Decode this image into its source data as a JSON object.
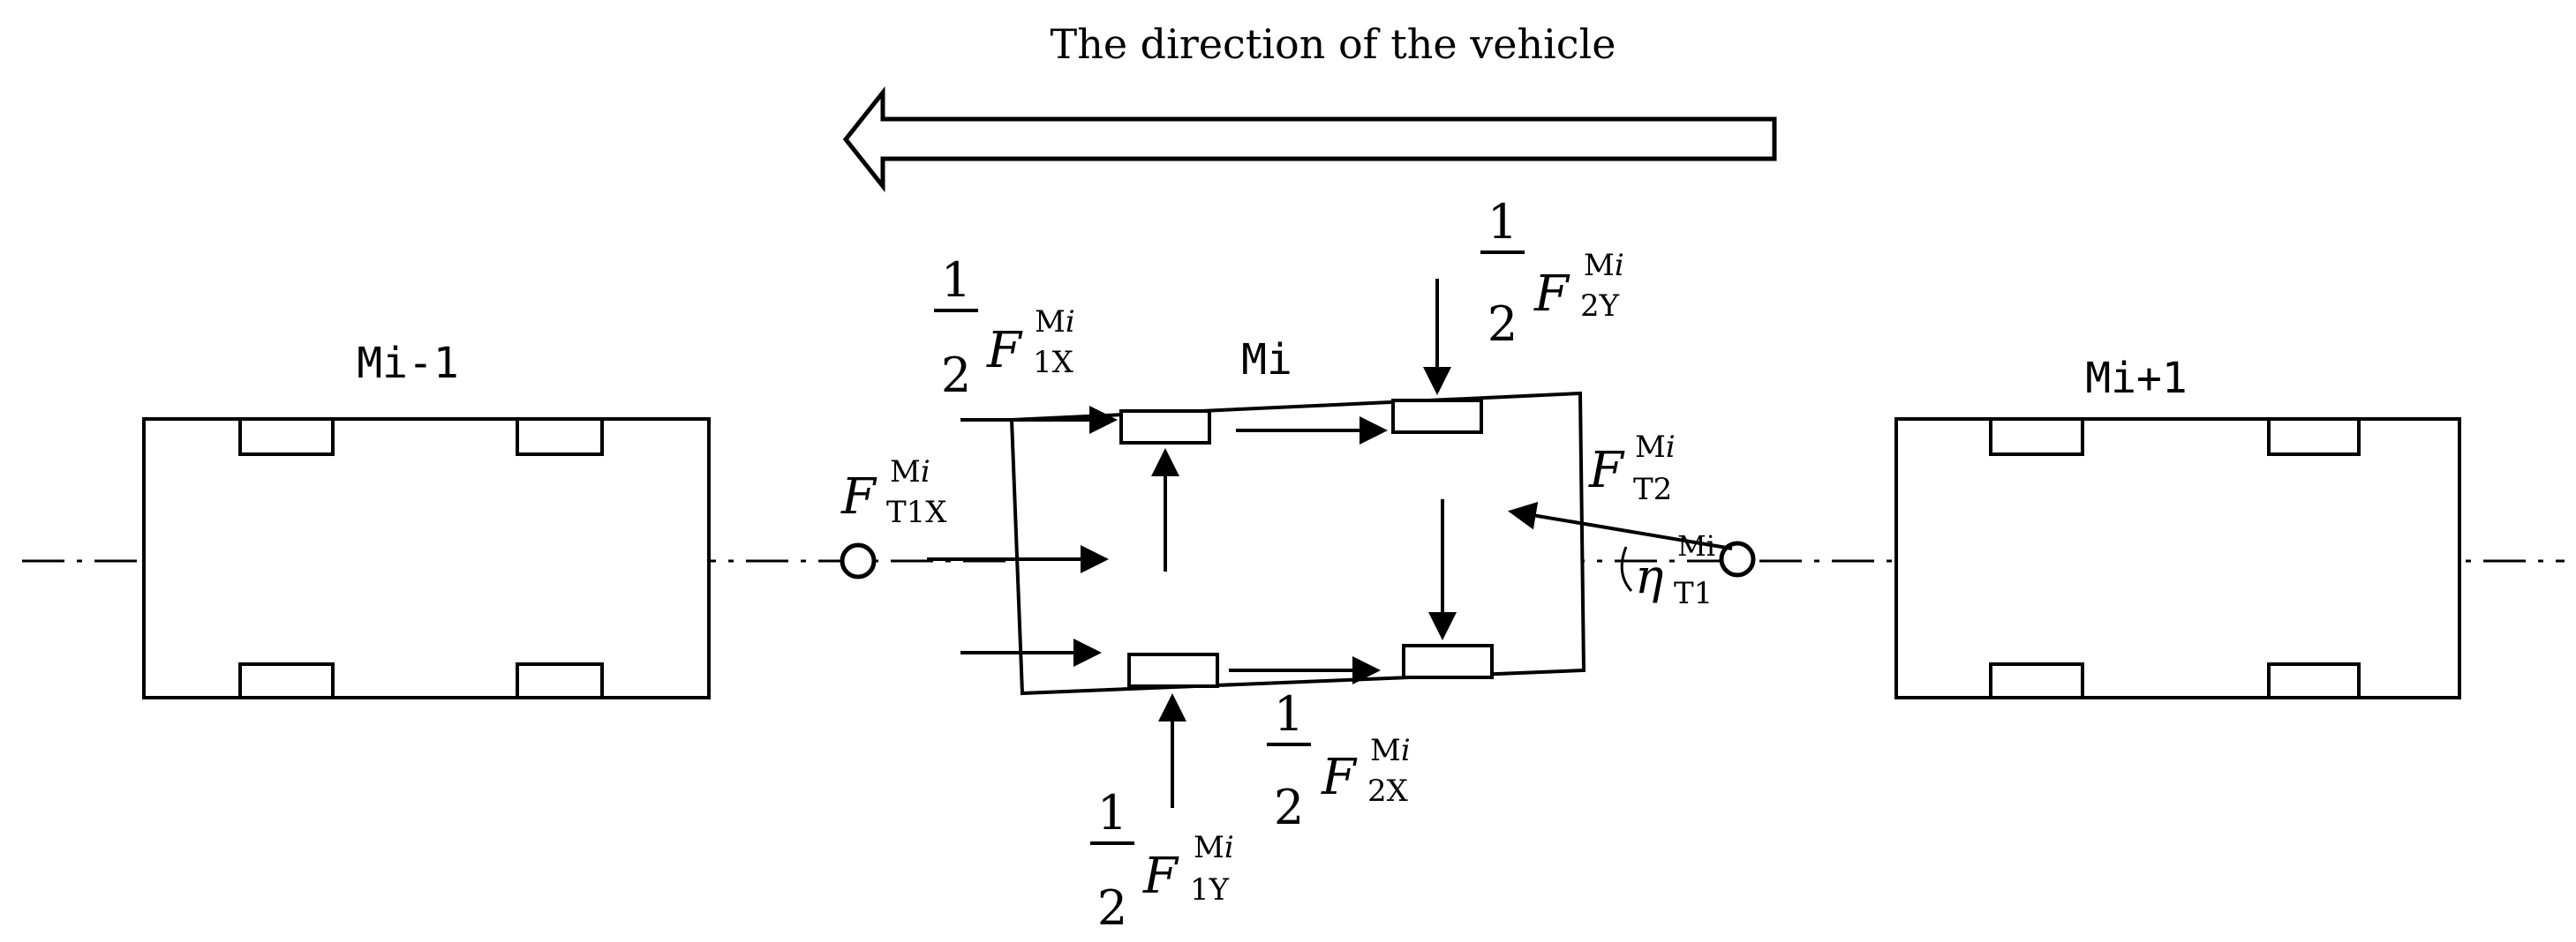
{
  "title": "The direction of the vehicle",
  "vehicles": {
    "prev": "Mi-1",
    "current": "Mi",
    "next": "Mi+1"
  },
  "fraction": {
    "num": "1",
    "den": "2"
  },
  "labels": {
    "F": "F",
    "sup_M": "M",
    "sup_i": "i",
    "f1x_sub": "1X",
    "f2y_sub": "2Y",
    "f1y_sub": "1Y",
    "f2x_sub": "2X",
    "ft1x_sub": "T1X",
    "ft2_sub": "T2",
    "eta": "η",
    "eta_sub": "T1",
    "eta_sup": "Mi"
  }
}
